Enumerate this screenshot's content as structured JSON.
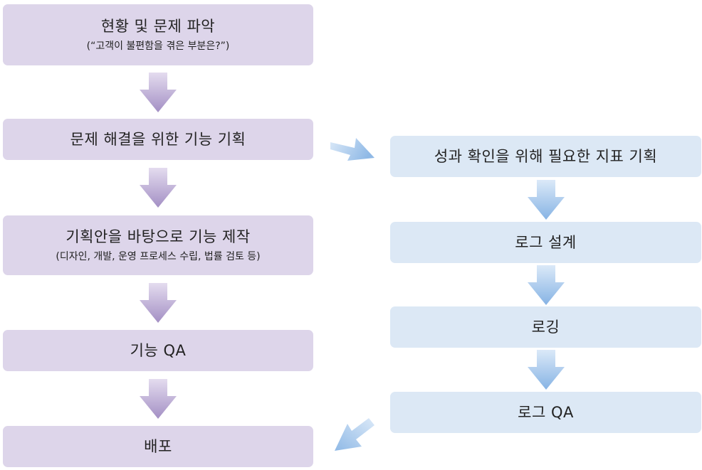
{
  "left_steps": [
    {
      "title": "현황 및 문제 파악",
      "subtitle": "(“고객이 불편함을 겪은 부분은?”)"
    },
    {
      "title": "문제 해결을 위한 기능 기획"
    },
    {
      "title": "기획안을 바탕으로 기능 제작",
      "subtitle": "(디자인, 개발, 운영 프로세스 수립, 법률 검토 등)"
    },
    {
      "title": "기능 QA"
    },
    {
      "title": "배포"
    }
  ],
  "right_steps": [
    {
      "title": "성과 확인을 위해 필요한 지표 기획"
    },
    {
      "title": "로그 설계"
    },
    {
      "title": "로깅"
    },
    {
      "title": "로그 QA"
    }
  ],
  "colors": {
    "left_box": "#ddd5ea",
    "right_box": "#dce8f5",
    "left_arrow": "#a996c8",
    "right_arrow": "#8db8e6"
  }
}
